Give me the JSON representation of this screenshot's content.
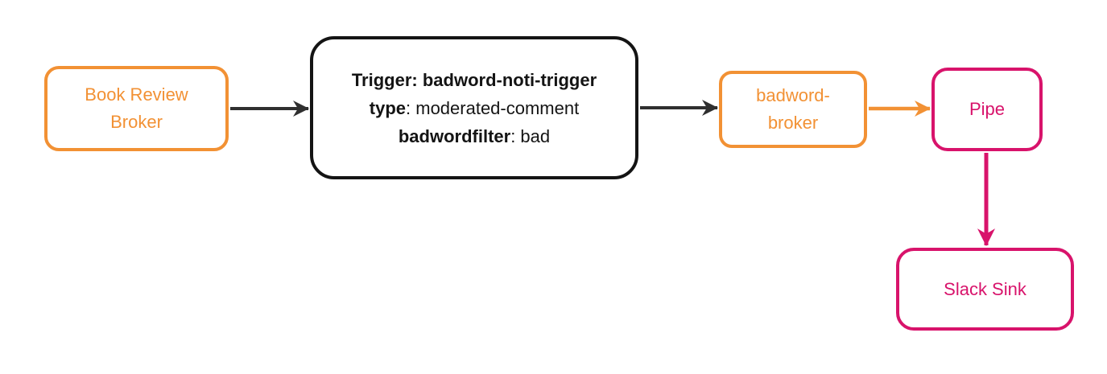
{
  "colors": {
    "orange": "#f29134",
    "pink": "#d8136b",
    "ink": "#141414",
    "link": "#2f2f2f",
    "background": "#ffffff"
  },
  "nodes": {
    "book_review_broker": {
      "lines": [
        "Book Review",
        "Broker"
      ]
    },
    "trigger": {
      "lines": [
        {
          "bold": "Trigger: badword-noti-trigger",
          "rest": ""
        },
        {
          "bold": "type",
          "rest": ": moderated-comment"
        },
        {
          "bold": "badwordfilter",
          "rest": ": bad"
        }
      ]
    },
    "badword_broker": {
      "lines": [
        "badword-",
        "broker"
      ]
    },
    "pipe": {
      "label": "Pipe"
    },
    "slack_sink": {
      "label": "Slack Sink"
    }
  },
  "edges": [
    {
      "from": "book_review_broker",
      "to": "trigger",
      "color": "link"
    },
    {
      "from": "trigger",
      "to": "badword_broker",
      "color": "link"
    },
    {
      "from": "badword_broker",
      "to": "pipe",
      "color": "orange"
    },
    {
      "from": "pipe",
      "to": "slack_sink",
      "color": "pink"
    }
  ]
}
